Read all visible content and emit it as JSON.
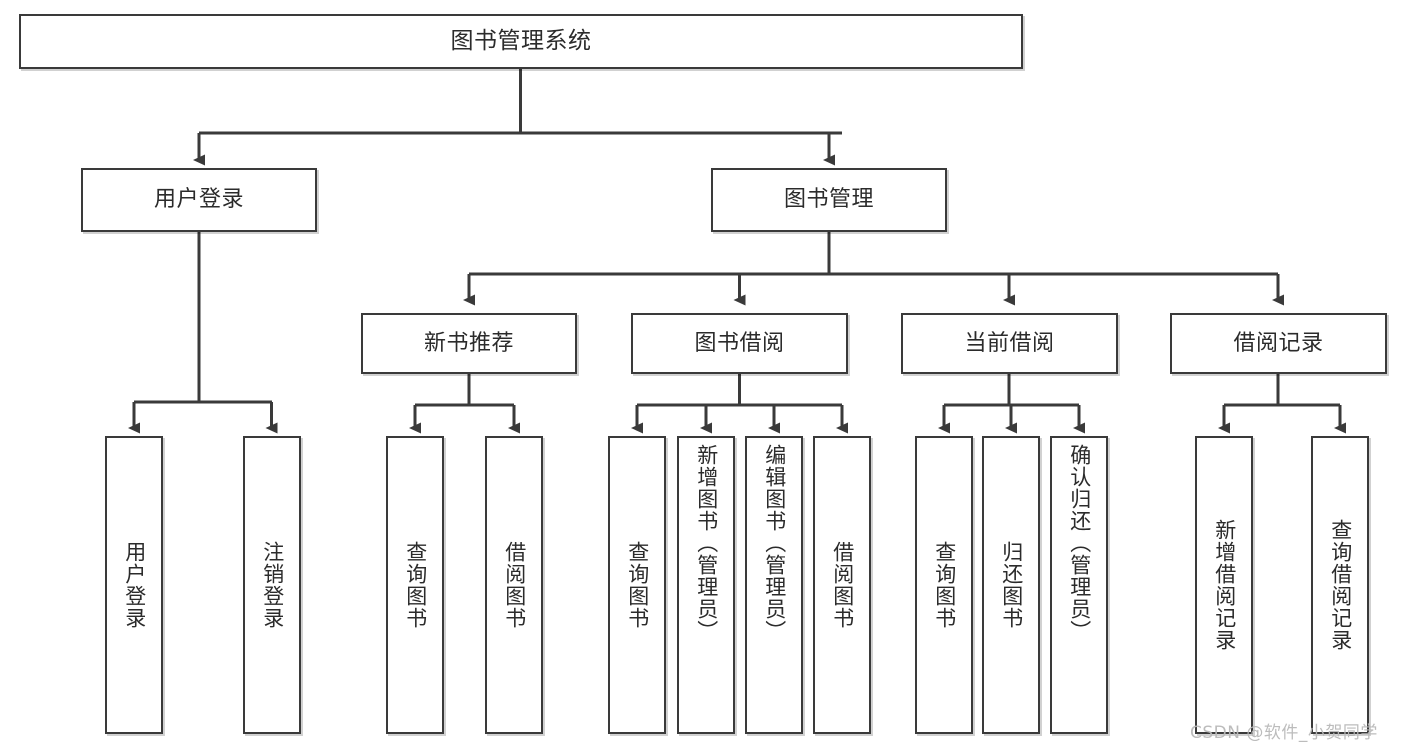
{
  "diagram": {
    "type": "tree",
    "title": "图书管理系统",
    "orientation": "top-down",
    "colors": {
      "box_border": "#3a3a3a",
      "box_fill": "#ffffff",
      "edge": "#3a3a3a",
      "text": "#2b2b2b",
      "watermark": "#b9b9b9"
    },
    "nodes": {
      "root": {
        "label": "图书管理系统",
        "level": 1
      },
      "level2": [
        {
          "id": "user-login",
          "label": "用户登录"
        },
        {
          "id": "book-manage",
          "label": "图书管理"
        }
      ],
      "level3": [
        {
          "id": "new-book-recommend",
          "label": "新书推荐"
        },
        {
          "id": "book-borrow",
          "label": "图书借阅"
        },
        {
          "id": "current-borrow",
          "label": "当前借阅"
        },
        {
          "id": "borrow-record",
          "label": "借阅记录"
        }
      ],
      "leaves": {
        "user-login": [
          {
            "id": "leaf-user-login",
            "label": "用户登录"
          },
          {
            "id": "leaf-logout-login",
            "label": "注销登录"
          }
        ],
        "new-book-recommend": [
          {
            "id": "leaf-query-book-1",
            "label": "查询图书"
          },
          {
            "id": "leaf-borrow-book-1",
            "label": "借阅图书"
          }
        ],
        "book-borrow": [
          {
            "id": "leaf-query-book-2",
            "label": "查询图书"
          },
          {
            "id": "leaf-add-book",
            "label": "新增图书（管理员）"
          },
          {
            "id": "leaf-edit-book",
            "label": "编辑图书（管理员）"
          },
          {
            "id": "leaf-borrow-book-2",
            "label": "借阅图书"
          }
        ],
        "current-borrow": [
          {
            "id": "leaf-query-book-3",
            "label": "查询图书"
          },
          {
            "id": "leaf-return-book",
            "label": "归还图书"
          },
          {
            "id": "leaf-confirm-return",
            "label": "确认归还（管理员）"
          }
        ],
        "borrow-record": [
          {
            "id": "leaf-add-record",
            "label": "新增借阅记录"
          },
          {
            "id": "leaf-query-record",
            "label": "查询借阅记录"
          }
        ]
      }
    },
    "watermark": "CSDN @软件_小贺同学"
  }
}
